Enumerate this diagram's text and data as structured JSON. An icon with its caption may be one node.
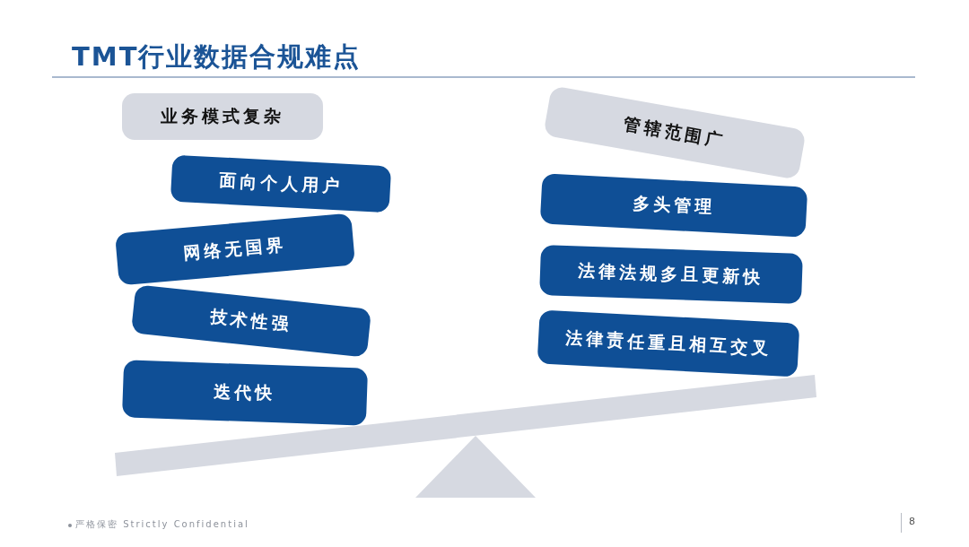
{
  "diagram": {
    "title": "TMT行业数据合规难点",
    "nodes": [
      {
        "text": [
          "业务模式复杂"
        ]
      },
      {
        "text": [
          "面向个人用户"
        ]
      },
      {
        "text": [
          "网络无国界"
        ]
      },
      {
        "text": [
          "技术性强"
        ]
      },
      {
        "text": [
          "迭代快"
        ]
      },
      {
        "text": [
          "管辖范围广"
        ]
      },
      {
        "text": [
          "多头管理"
        ]
      },
      {
        "text": [
          "法律法规多且更新快"
        ]
      },
      {
        "text": [
          "法律责任重且相互交叉"
        ]
      }
    ],
    "labels": [
      "严格保密 Strictly Confidential",
      "8"
    ]
  }
}
